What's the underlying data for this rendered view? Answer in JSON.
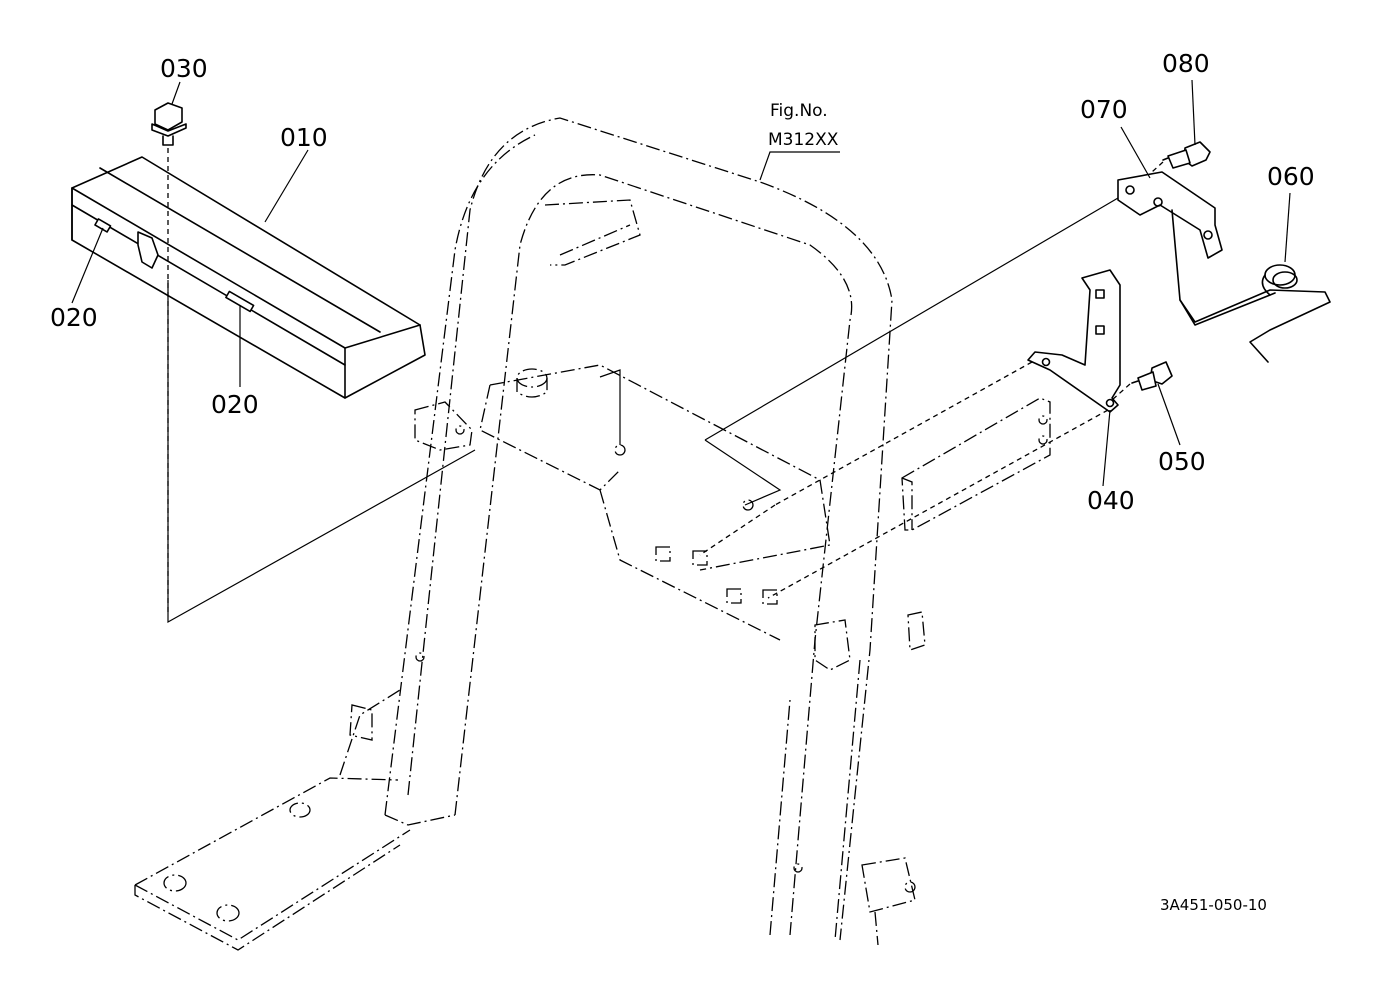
{
  "figure": {
    "fig_no_label": "Fig.No.",
    "fig_no_value": "M312XX",
    "drawing_code": "3A451-050-10"
  },
  "callouts": {
    "p010": "010",
    "p020a": "020",
    "p020b": "020",
    "p030": "030",
    "p040": "040",
    "p050": "050",
    "p060": "060",
    "p070": "070",
    "p080": "080"
  }
}
